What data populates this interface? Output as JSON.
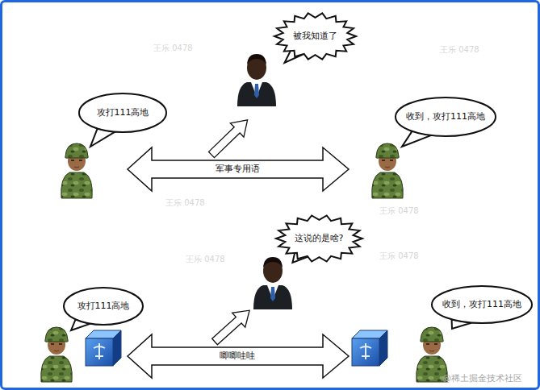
{
  "diagram": {
    "nodes": [
      {
        "text": [
          "被我知道了"
        ]
      },
      {
        "text": [
          "攻打111高地"
        ]
      },
      {
        "text": [
          "收到，攻打111高地"
        ]
      },
      {
        "text": [
          "这说的是啥?"
        ]
      },
      {
        "text": [
          "攻打111高地"
        ]
      },
      {
        "text": [
          "收到，攻打111高地"
        ]
      }
    ],
    "labels": [
      "军事专用语",
      "唧唧哇哇",
      "王乐 0478",
      "王乐 0478",
      "王乐 0478",
      "王乐 0478",
      "王乐 0478",
      "王乐 0478",
      "@稀土掘金技术社区"
    ]
  }
}
